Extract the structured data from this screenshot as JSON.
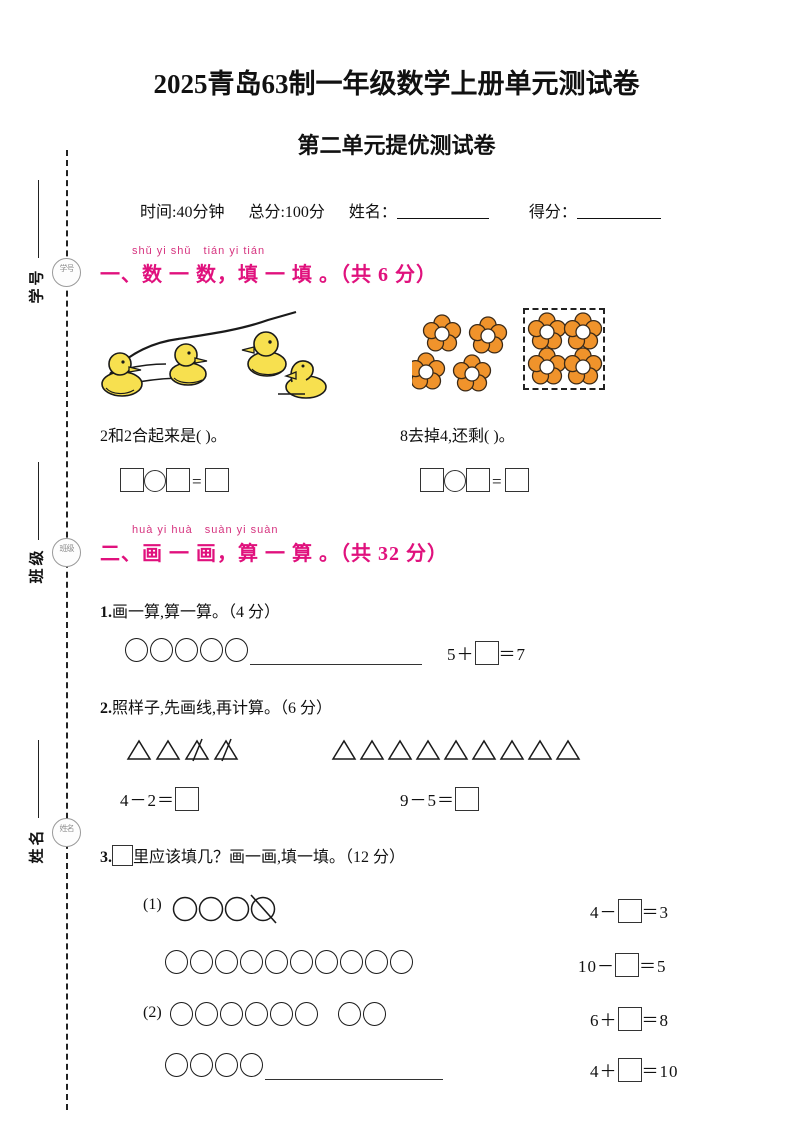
{
  "page": {
    "title_main": "2025青岛63制一年级数学上册单元测试卷",
    "title_sub": "第二单元提优测试卷",
    "info": {
      "time_label": "时间:40分钟",
      "total_label": "总分:100分",
      "name_label": "姓名：",
      "score_label": "得分："
    }
  },
  "margin": {
    "labels": [
      {
        "text": "学号",
        "seal": "学号"
      },
      {
        "text": "班级",
        "seal": "班级"
      },
      {
        "text": "姓名",
        "seal": "姓名"
      }
    ]
  },
  "sections": [
    {
      "id": "section-1",
      "pinyin_left": "shǔ yi shǔ",
      "pinyin_right": "tián yi tián",
      "title": "一、数 一 数，填 一 填 。（共 6 分）",
      "items": {
        "left_question": "2和2合起来是(       )。",
        "right_question": "8去掉4,还剩(       )。",
        "left_duck_count": 4,
        "right_flower_loose": 4,
        "right_flower_boxed": 4
      }
    },
    {
      "id": "section-2",
      "pinyin_left": "huà yi huà",
      "pinyin_right": "suàn yi suàn",
      "title": "二、画 一 画，算 一 算 。（共 32 分）",
      "questions": [
        {
          "num": "1.",
          "text": "画一算,算一算。（4 分）",
          "circles": 5,
          "equation_left": "5",
          "equation_op": "＋",
          "equation_right": "＝7"
        },
        {
          "num": "2.",
          "text": "照样子,先画线,再计算。（6 分）",
          "left_triangles": 4,
          "left_crossed": 2,
          "left_eq_a": "4",
          "left_eq_op": "－",
          "left_eq_b": "2",
          "left_eq_eq": "＝",
          "right_triangles": 9,
          "right_eq_a": "9",
          "right_eq_op": "－",
          "right_eq_b": "5",
          "right_eq_eq": "＝"
        },
        {
          "num": "3.",
          "text_after_box": "里应该填几？画一画,填一填。（12 分）",
          "sub1_label": "(1)",
          "sub1_circles": 4,
          "sub1_crossed": 1,
          "row2_circles": 10,
          "sub2_label": "(2)",
          "sub2_circles_a": 6,
          "sub2_circles_b": 2,
          "row4_circles": 4,
          "equations": [
            {
              "a": "4",
              "op": "－",
              "result": "＝3"
            },
            {
              "a": "10",
              "op": "－",
              "result": "＝5"
            },
            {
              "a": "6",
              "op": "＋",
              "result": "＝8"
            },
            {
              "a": "4",
              "op": "＋",
              "result": "＝10"
            }
          ]
        }
      ]
    }
  ],
  "colors": {
    "section_accent": "#e0117d",
    "pinyin": "#d6337f",
    "duck_body": "#f7e04f",
    "flower_petal": "#f0932b",
    "ink": "#111111"
  }
}
